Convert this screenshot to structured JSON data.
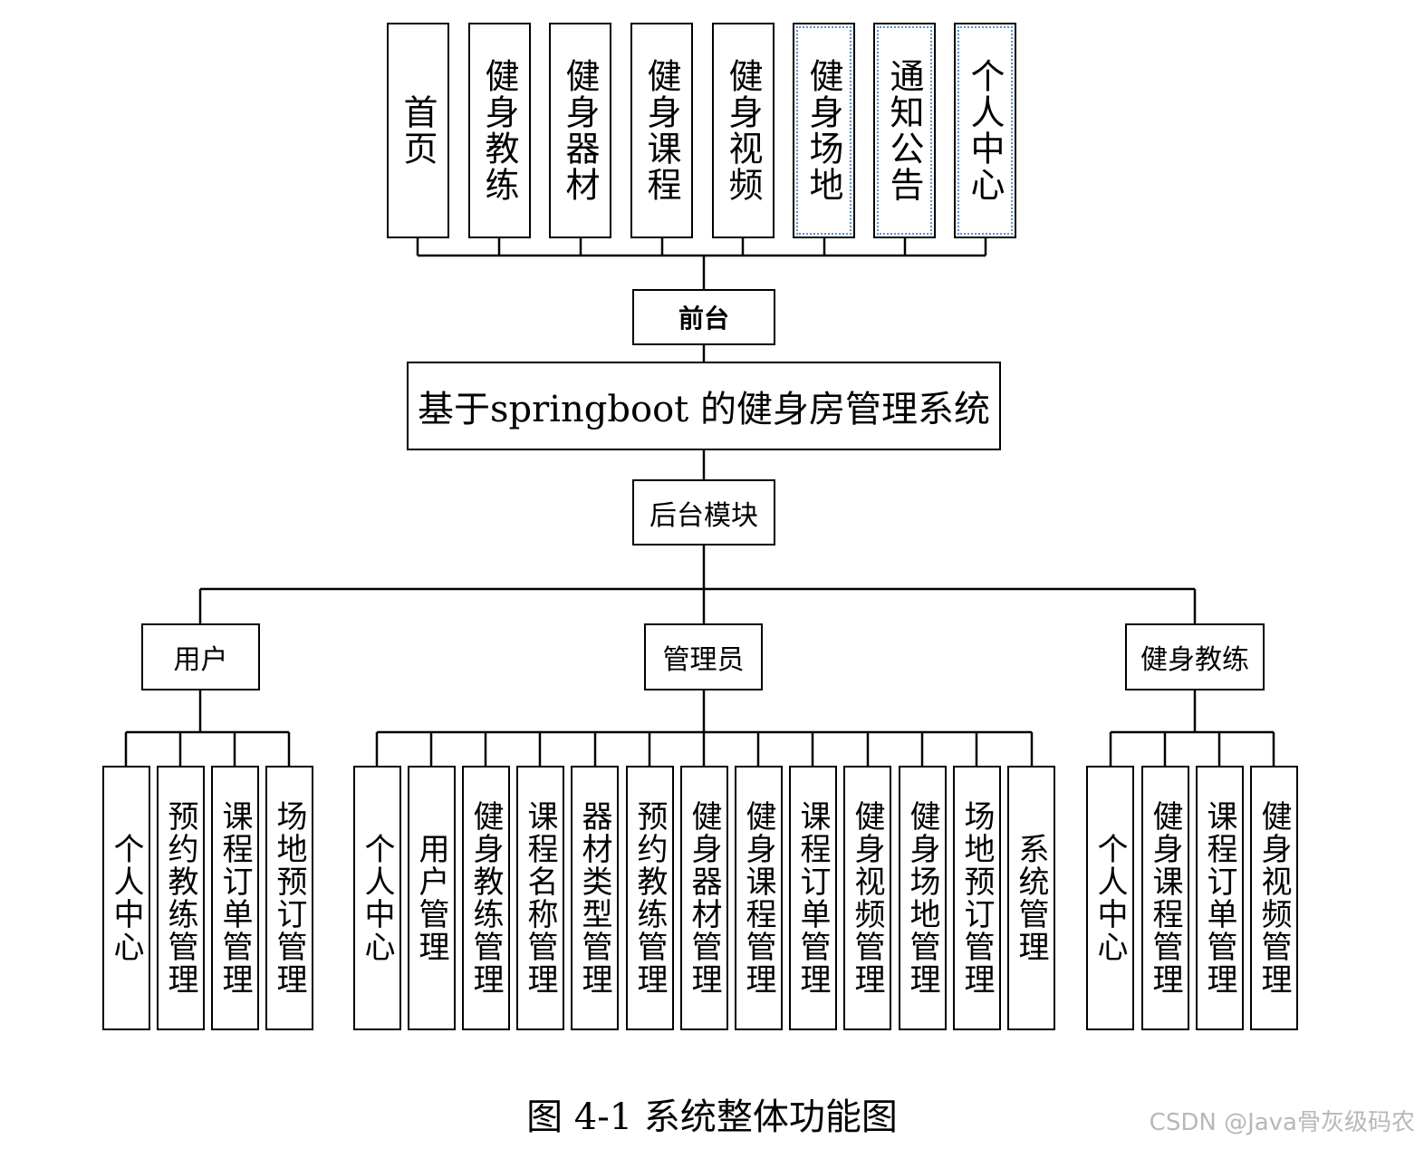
{
  "diagram": {
    "system_title": "基于springboot 的健身房管理系统",
    "frontend_label": "前台",
    "frontend_items": [
      "首页",
      "健身教练",
      "健身器材",
      "健身课程",
      "健身视频",
      "健身场地",
      "通知公告",
      "个人中心"
    ],
    "backend_label": "后台模块",
    "roles": [
      {
        "label": "用户",
        "items": [
          "个人中心",
          "预约教练管理",
          "课程订单管理",
          "场地预订管理"
        ]
      },
      {
        "label": "管理员",
        "items": [
          "个人中心",
          "用户管理",
          "健身教练管理",
          "课程名称管理",
          "器材类型管理",
          "预约教练管理",
          "健身器材管理",
          "健身课程管理",
          "课程订单管理",
          "健身视频管理",
          "健身场地管理",
          "场地预订管理",
          "系统管理"
        ]
      },
      {
        "label": "健身教练",
        "items": [
          "个人中心",
          "健身课程管理",
          "课程订单管理",
          "健身视频管理"
        ]
      }
    ],
    "caption": "图 4-1 系统整体功能图"
  },
  "watermark": "CSDN @Java骨灰级码农",
  "colors": {
    "line": "#000000",
    "selection_dots": "#5b8fd6",
    "watermark": "#b8b8b8"
  }
}
